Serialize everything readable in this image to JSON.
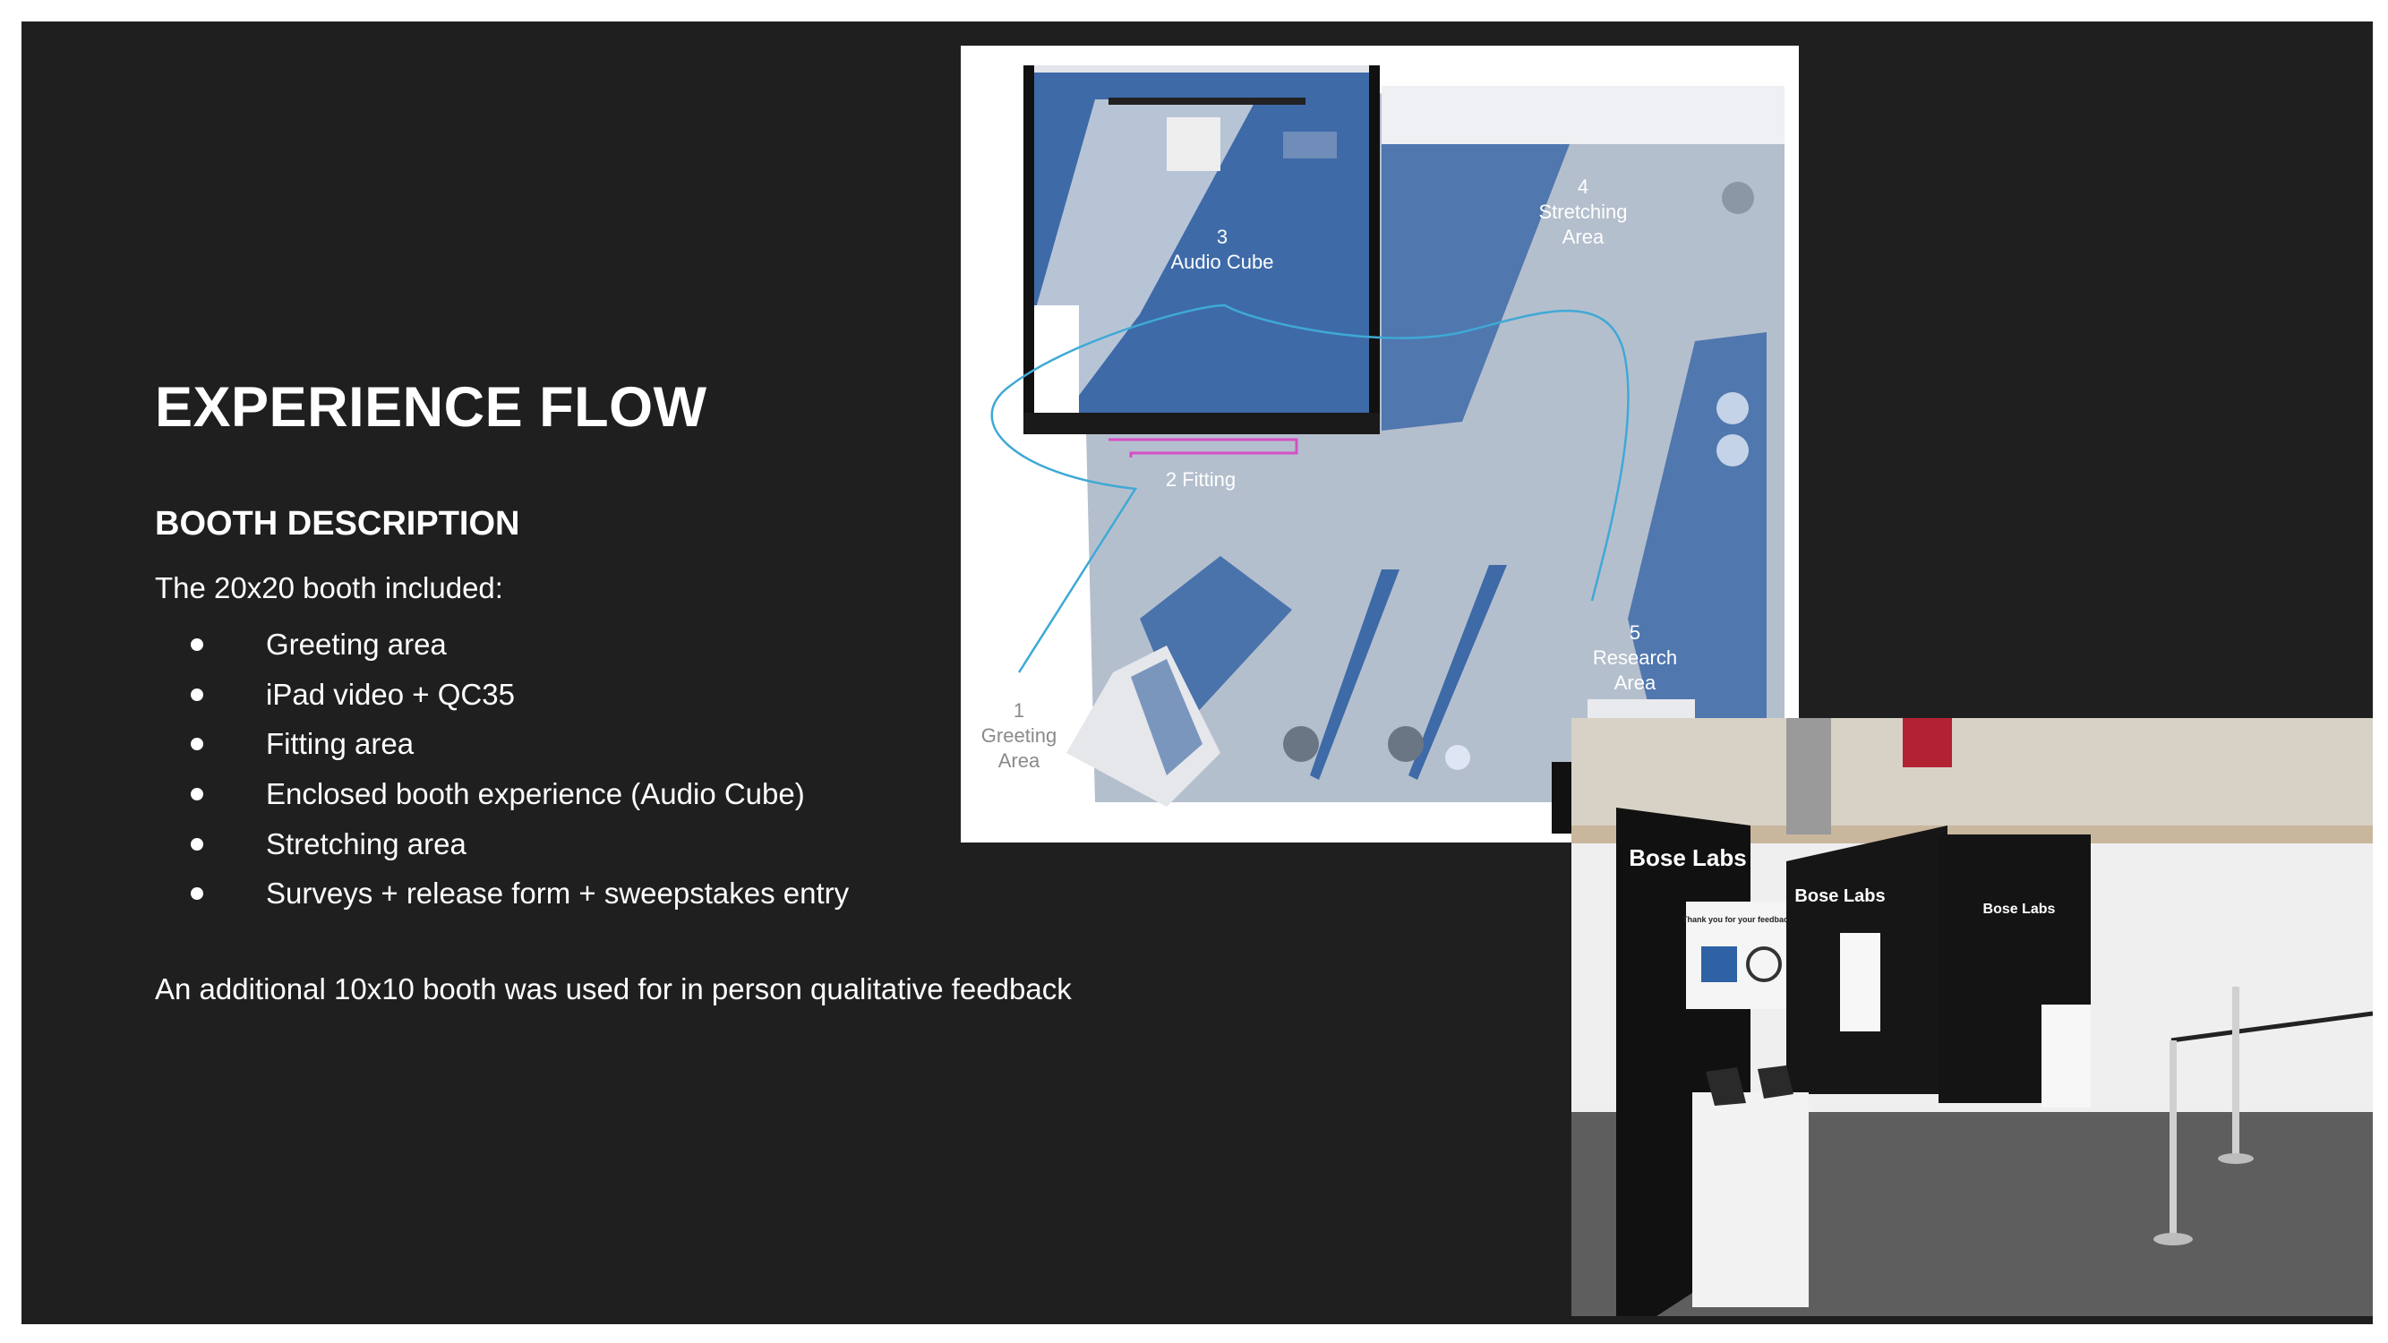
{
  "slide": {
    "title": "EXPERIENCE FLOW",
    "subtitle": "BOOTH DESCRIPTION",
    "intro": "The 20x20 booth included:",
    "bullets": [
      "Greeting area",
      "iPad video + QC35",
      "Fitting area",
      "Enclosed booth experience (Audio Cube)",
      "Stretching area",
      "Surveys + release form + sweepstakes entry"
    ],
    "note": "An additional 10x10 booth was used for in person qualitative feedback"
  },
  "floorplan": {
    "zones": [
      {
        "number": "1",
        "lines": [
          "Greeting",
          "Area"
        ]
      },
      {
        "number": "2",
        "lines": [
          "Fitting"
        ]
      },
      {
        "number": "3",
        "lines": [
          "Audio Cube"
        ]
      },
      {
        "number": "4",
        "lines": [
          "Stretching",
          "Area"
        ]
      },
      {
        "number": "5",
        "lines": [
          "Research",
          "Area"
        ]
      }
    ]
  },
  "photo": {
    "signs": [
      "Bose Labs",
      "Bose Labs",
      "Bose Labs"
    ],
    "poster": "Thank you for your feedback!"
  },
  "colors": {
    "background": "#1f1f1f",
    "text": "#ffffff",
    "floor_blue": "#3e6aa8",
    "path_line": "#3fa9d6",
    "fitting_mark": "#d64fc6"
  }
}
